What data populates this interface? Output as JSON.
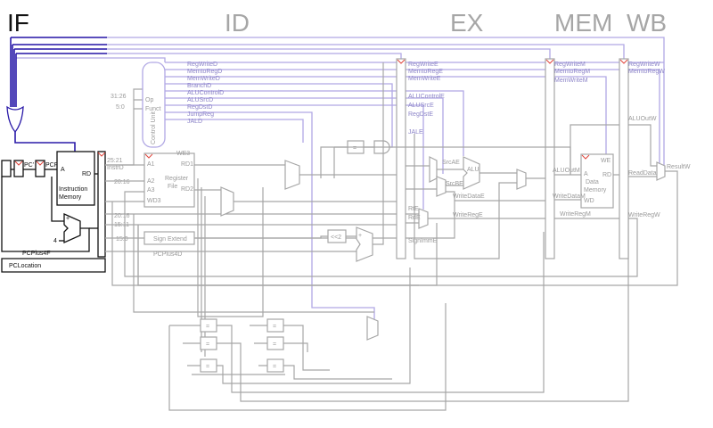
{
  "stages": {
    "if": "IF",
    "id": "ID",
    "ex": "EX",
    "mem": "MEM",
    "wb": "WB"
  },
  "fetch": {
    "pc": "PC'",
    "pcf": "PCF",
    "imem_a": "A",
    "imem_rd": "RD",
    "imem_name_1": "Instruction",
    "imem_name_2": "Memory",
    "plus": "+",
    "four": "4",
    "pcplus4f": "PCPlus4F",
    "pclocation": "PCLocation"
  },
  "decode": {
    "instrD": "InstrD",
    "op_bits": "31:26",
    "funct_bits": "5:0",
    "op": "Op",
    "funct": "Funct",
    "control_unit": "Control Unit",
    "signals": [
      "RegWriteD",
      "MemtoRegD",
      "MemWriteD",
      "BranchD",
      "ALUControlD",
      "ALUSrcD",
      "RegDstD",
      "JumpReg",
      "JALD"
    ],
    "rs_bits": "25:21",
    "rt_bits": "20:16",
    "rt_bits2": "20:16",
    "rd_bits": "15:11",
    "imm_bits": "15:0",
    "rf_a1": "A1",
    "rf_a2": "A2",
    "rf_a3": "A3",
    "rf_wd3": "WD3",
    "rf_we3": "WE3",
    "rf_rd1": "RD1",
    "rf_rd2": "RD2",
    "rf_name_1": "Register",
    "rf_name_2": "File",
    "sign_extend": "Sign Extend",
    "pcplus4d": "PCPlus4D",
    "equal": "=",
    "shift": "<<2",
    "plus": "+"
  },
  "execute": {
    "signals": [
      "RegWriteE",
      "MemtoRegE",
      "MemWriteE",
      "ALUControlE",
      "ALUSrcE",
      "RegDstE",
      "JALE"
    ],
    "rtE": "RtE",
    "rdE": "RdE",
    "signImmE": "SignImmE",
    "srcAE": "SrcAE",
    "srcBE": "SrcBE",
    "alu": "ALU",
    "writeDataE": "WriteDataE",
    "writeRegE": "WriteRegE"
  },
  "memory": {
    "signals": [
      "RegWriteM",
      "MemtoRegM",
      "MemWriteM"
    ],
    "we": "WE",
    "a": "A",
    "rd": "RD",
    "wd": "WD",
    "name_1": "Data",
    "name_2": "Memory",
    "aluOutM": "ALUOutM",
    "writeDataM": "WriteDataM",
    "writeRegM": "WriteRegM"
  },
  "writeback": {
    "signals": [
      "RegWriteW",
      "MemtoRegW"
    ],
    "aluOutW": "ALUOutW",
    "readDataW": "ReadDataW",
    "resultW": "ResultW",
    "writeRegW": "WriteRegW"
  },
  "comparators": [
    "=",
    "=",
    "=",
    "=",
    "=",
    "="
  ]
}
